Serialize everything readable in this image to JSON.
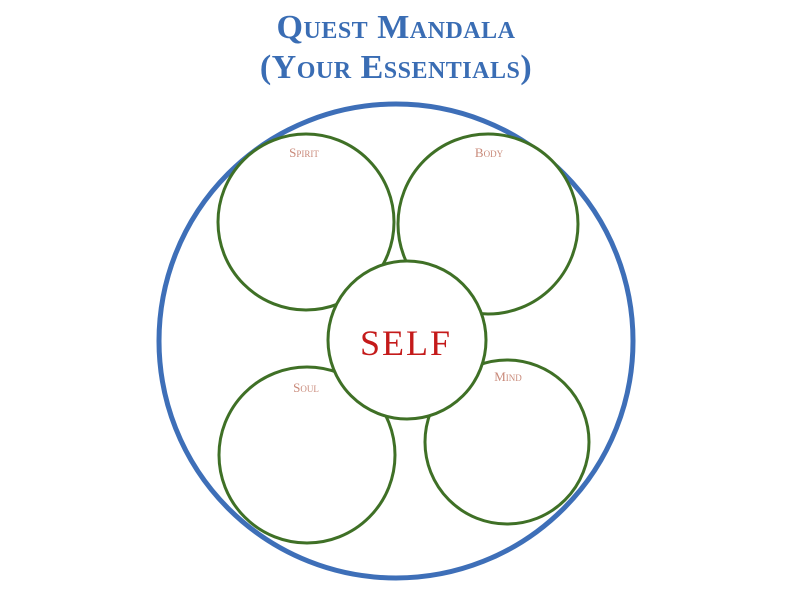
{
  "title": {
    "line1": "Quest Mandala",
    "line2": "(Your Essentials)"
  },
  "center": {
    "label": "SELF"
  },
  "quadrants": [
    {
      "key": "spirit",
      "label": "Spirit"
    },
    {
      "key": "body",
      "label": "Body"
    },
    {
      "key": "soul",
      "label": "Soul"
    },
    {
      "key": "mind",
      "label": "Mind"
    }
  ],
  "colors": {
    "title": "#3a6db4",
    "outer_ring": "#3e6fb8",
    "inner_rings": "#3f7026",
    "quadrant_labels": "#c98a7a",
    "center_label": "#c41a1a"
  }
}
